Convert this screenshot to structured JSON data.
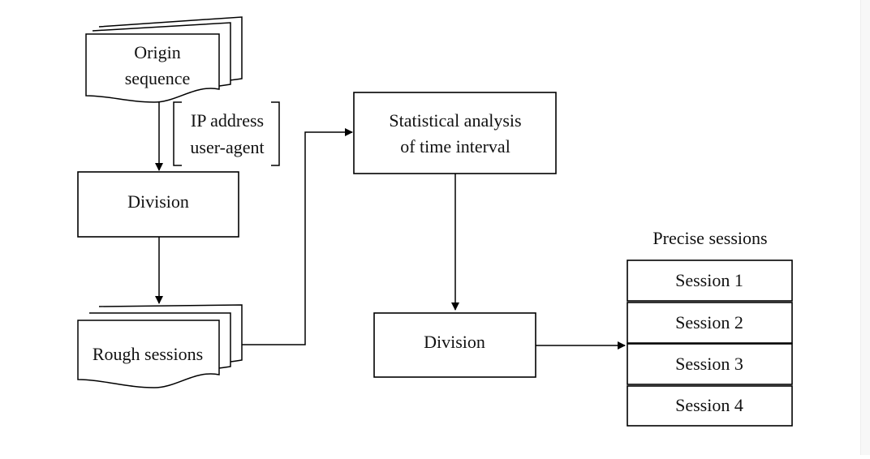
{
  "nodes": {
    "origin": [
      "Origin",
      "sequence"
    ],
    "attributes": [
      "IP address",
      "user-agent"
    ],
    "division_1": "Division",
    "rough": "Rough sessions",
    "stats": [
      "Statistical analysis",
      "of time interval"
    ],
    "division_2": "Division",
    "precise_title": "Precise sessions",
    "sessions": [
      "Session 1",
      "Session 2",
      "Session 3",
      "Session 4"
    ]
  },
  "style": {
    "stroke": "#000000",
    "text": "#111111",
    "background": "#ffffff"
  }
}
